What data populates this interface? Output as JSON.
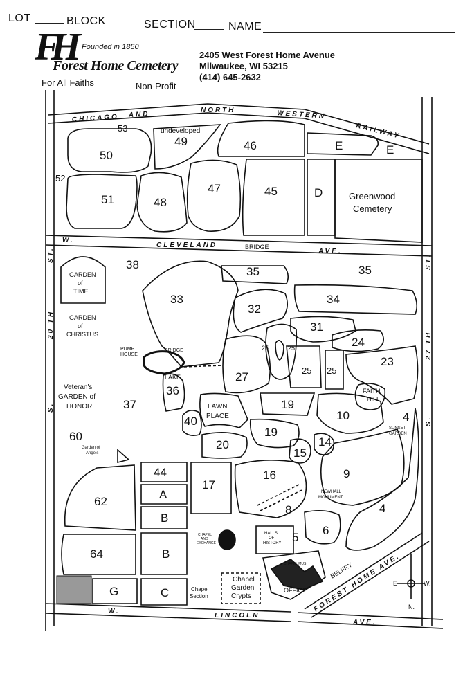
{
  "header": {
    "lot": "LOT",
    "block": "BLOCK",
    "section": "SECTION",
    "name": "NAME"
  },
  "logo": {
    "monogram": "FH",
    "founded": "Founded in 1850",
    "title": "Forest Home Cemetery",
    "for_all": "For All Faiths",
    "non_profit": "Non-Profit"
  },
  "contact": {
    "address1": "2405 West Forest Home Avenue",
    "address2": "Milwaukee, WI 53215",
    "phone": "(414) 645-2632"
  },
  "roads": {
    "railway_1": "CHICAGO",
    "railway_2": "AND",
    "railway_3": "NORTH",
    "railway_4": "WESTERN",
    "railway_5": "RAILWAY",
    "cleveland_w": "W.",
    "cleveland": "CLEVELAND",
    "bridge": "BRIDGE",
    "cleveland_ave": "AVE.",
    "lincoln_w": "W.",
    "lincoln": "LINCOLN",
    "lincoln_ave": "AVE.",
    "st20_a": "ST.",
    "st20_b": "20 TH",
    "st20_c": "S.",
    "st27_a": "ST.",
    "st27_b": "27 TH",
    "st27_c": "S.",
    "forest_home": "FOREST   HOME   AVE."
  },
  "sections": {
    "s53": "53",
    "s49": "49",
    "undeveloped": "undeveloped",
    "s46": "46",
    "sE1": "E",
    "sE2": "E",
    "s50": "50",
    "s52": "52",
    "s51": "51",
    "s48": "48",
    "s47": "47",
    "s45": "45",
    "sD": "D",
    "greenwood1": "Greenwood",
    "greenwood2": "Cemetery",
    "garden_time1": "GARDEN",
    "garden_time2": "of",
    "garden_time3": "TIME",
    "s38": "38",
    "s35a": "35",
    "s35b": "35",
    "s33": "33",
    "s32": "32",
    "s34": "34",
    "christus1": "GARDEN",
    "christus2": "of",
    "christus3": "CHRISTUS",
    "s31": "31",
    "s24": "24",
    "s25a": "25",
    "s25b": "25",
    "s25c": "25",
    "s25d": "25",
    "s23": "23",
    "pump1": "PUMP",
    "pump2": "HOUSE",
    "bridge2": "BRIDGE",
    "lake": "LAKE",
    "s27": "27",
    "s36": "36",
    "s37": "37",
    "faith1": "FAITH",
    "faith2": "HILL",
    "veterans1": "Veteran's",
    "veterans2": "GARDEN of",
    "veterans3": "HONOR",
    "lawn1": "LAWN",
    "lawn2": "PLACE",
    "s19a": "19",
    "s19b": "19",
    "s10": "10",
    "s4a": "4",
    "sunset1": "SUNSET",
    "sunset2": "GARDEN",
    "s40": "40",
    "s60": "60",
    "angels1": "Garden of",
    "angels2": "Angels",
    "s20": "20",
    "s14": "14",
    "s15": "15",
    "s44": "44",
    "sA": "A",
    "s17": "17",
    "s16": "16",
    "s9": "9",
    "s62": "62",
    "newhall1": "NEWHALL",
    "newhall2": "MONUMENT",
    "s8": "8",
    "s4b": "4",
    "sB1": "B",
    "chapel_ex1": "CHAPEL",
    "chapel_ex2": "AND",
    "chapel_ex3": "EXCHANGE",
    "halls1": "HALLS",
    "halls2": "OF",
    "halls3": "HISTORY",
    "s5": "5",
    "s6": "6",
    "s64": "64",
    "sB2": "B",
    "chapel_mus": "CHAPEL MUS",
    "belfry": "BELFRY",
    "sG": "G",
    "sC": "C",
    "chapel_sec1": "Chapel",
    "chapel_sec2": "Section",
    "crypts1": "Chapel",
    "crypts2": "Garden",
    "crypts3": "Crypts",
    "office": "OFFICE",
    "compass_e": "E",
    "compass_w": "W.",
    "compass_n": "N."
  }
}
